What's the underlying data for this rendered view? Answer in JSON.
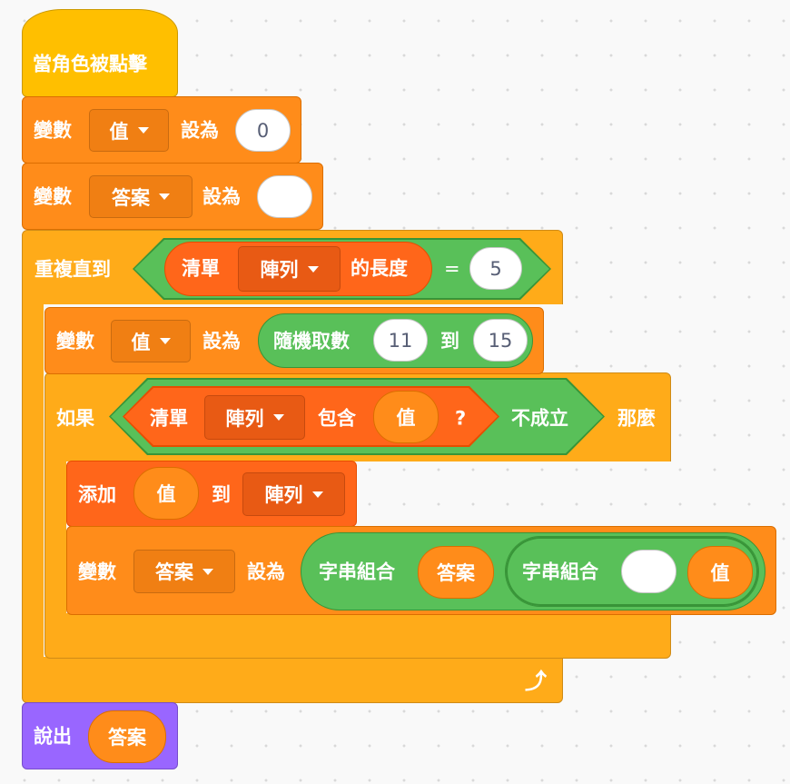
{
  "script": {
    "hat": {
      "label": "當角色被點擊"
    },
    "set_value": {
      "label": "變數",
      "variable": "值",
      "to_label": "設為",
      "value": "0"
    },
    "set_answer": {
      "label": "變數",
      "variable": "答案",
      "to_label": "設為",
      "value": ""
    },
    "repeat_until": {
      "label": "重複直到",
      "condition": {
        "list_label": "清單",
        "list_name": "陣列",
        "length_label": "的長度",
        "eq": "=",
        "value": "5"
      }
    },
    "set_random": {
      "label": "變數",
      "variable": "值",
      "to_label": "設為",
      "random_label": "隨機取數",
      "from": "11",
      "to_word": "到",
      "to": "15"
    },
    "if_block": {
      "label": "如果",
      "then_label": "那麼",
      "not_label": "不成立",
      "contains": {
        "list_label": "清單",
        "list_name": "陣列",
        "contains_label": "包含",
        "value": "值",
        "question": "?"
      }
    },
    "add_item": {
      "label": "添加",
      "value": "值",
      "to_word": "到",
      "list_name": "陣列"
    },
    "set_join": {
      "label": "變數",
      "variable": "答案",
      "to_label": "設為",
      "join1_label": "字串組合",
      "join1_value": "答案",
      "join2_label": "字串組合",
      "join2_value1": "",
      "join2_value2": "值"
    },
    "say": {
      "label": "說出",
      "value": "答案"
    }
  },
  "colors": {
    "events": "#FFBF00",
    "variables": "#FF8C1A",
    "lists": "#FF661A",
    "control": "#FFAB19",
    "looks": "#9966FF",
    "operators": "#59C059"
  },
  "icons": {
    "loop_arrow": "loop-arrow-icon",
    "dropdown": "dropdown-arrow-icon"
  }
}
